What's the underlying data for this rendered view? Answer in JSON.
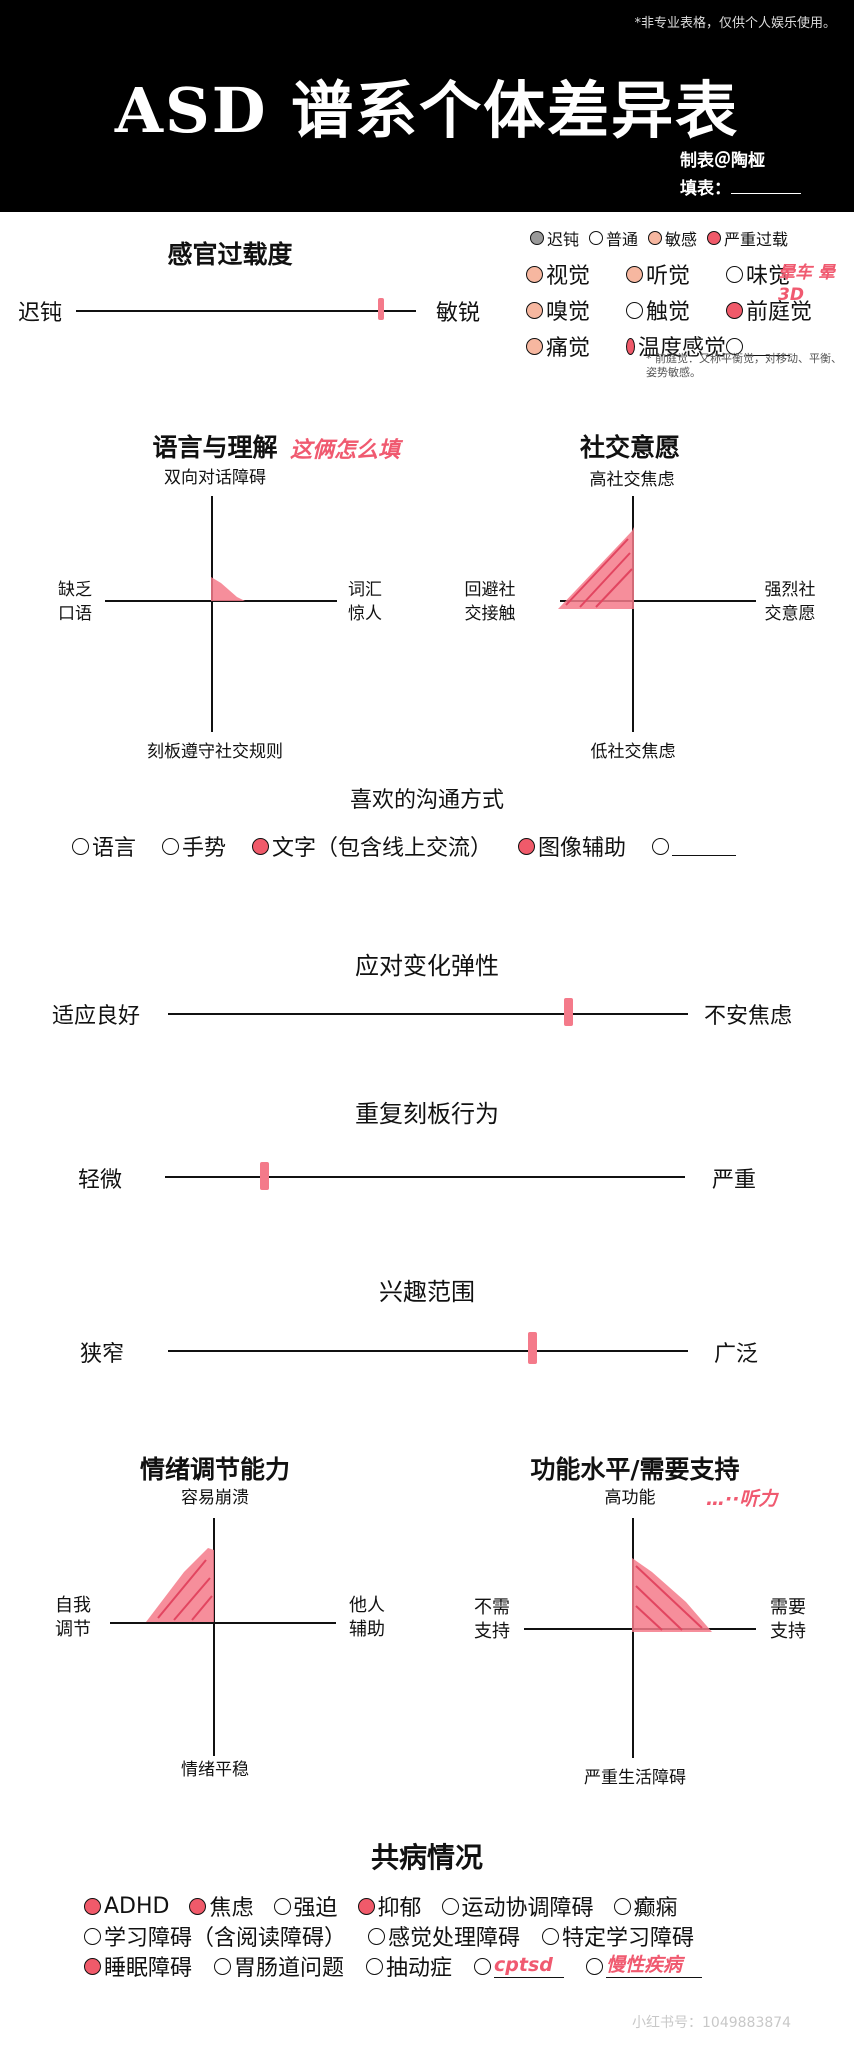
{
  "header": {
    "disclaimer": "*非专业表格，仅供个人娱乐使用。",
    "title": "ASD 谱系个体差异表",
    "maker": "制表＠陶桠",
    "filler": "填表："
  },
  "colors": {
    "dull": "#999999",
    "normal": "#ffffff",
    "sensitive": "#f6b7a0",
    "severe": "#f05a6a",
    "mark": "#f47a8a"
  },
  "sensory": {
    "title": "感官过载度",
    "left": "迟钝",
    "right": "敏锐",
    "level": 0.9,
    "legend": [
      {
        "label": "迟钝",
        "color": "#999999"
      },
      {
        "label": "普通",
        "color": "#ffffff"
      },
      {
        "label": "敏感",
        "color": "#f6b7a0"
      },
      {
        "label": "严重过载",
        "color": "#f05a6a"
      }
    ],
    "senses": [
      {
        "label": "视觉",
        "color": "#f6b7a0"
      },
      {
        "label": "听觉",
        "color": "#f6b7a0"
      },
      {
        "label": "味觉",
        "color": "#ffffff"
      },
      {
        "label": "嗅觉",
        "color": "#f6b7a0"
      },
      {
        "label": "触觉",
        "color": "#ffffff"
      },
      {
        "label": "前庭觉",
        "color": "#f05a6a"
      },
      {
        "label": "痛觉",
        "color": "#f6b7a0"
      },
      {
        "label": "温度感觉",
        "color": "#f05a6a"
      },
      {
        "label": "",
        "color": "#ffffff"
      }
    ],
    "handnote": "晕车 晕3D",
    "footnote": "* 前庭觉：又称平衡觉，对移动、平衡、姿势敏感。"
  },
  "language": {
    "title": "语言与理解",
    "handnote": "这俩怎么填",
    "top": "双向对话障碍",
    "bottom": "刻板遵守社交规则",
    "left": [
      "缺乏",
      "口语"
    ],
    "right": [
      "词汇",
      "惊人"
    ]
  },
  "social": {
    "title": "社交意愿",
    "top": "高社交焦虑",
    "bottom": "低社交焦虑",
    "left": [
      "回避社",
      "交接触"
    ],
    "right": [
      "强烈社",
      "交意愿"
    ]
  },
  "communication": {
    "title": "喜欢的沟通方式",
    "options": [
      {
        "label": "语言",
        "color": "#ffffff"
      },
      {
        "label": "手势",
        "color": "#ffffff"
      },
      {
        "label": "文字（包含线上交流）",
        "color": "#f05a6a"
      },
      {
        "label": "图像辅助",
        "color": "#f05a6a"
      },
      {
        "label": "",
        "color": "#ffffff"
      }
    ]
  },
  "flexibility": {
    "title": "应对变化弹性",
    "left": "适应良好",
    "right": "不安焦虑",
    "level": 0.77
  },
  "repetitive": {
    "title": "重复刻板行为",
    "left": "轻微",
    "right": "严重",
    "level": 0.19
  },
  "interests": {
    "title": "兴趣范围",
    "left": "狭窄",
    "right": "广泛",
    "level": 0.7
  },
  "emotion": {
    "title": "情绪调节能力",
    "top": "容易崩溃",
    "bottom": "情绪平稳",
    "left": [
      "自我",
      "调节"
    ],
    "right": [
      "他人",
      "辅助"
    ]
  },
  "function": {
    "title": "功能水平/需要支持",
    "handnote": "…··听力",
    "top": "高功能",
    "bottom": "严重生活障碍",
    "left": [
      "不需",
      "支持"
    ],
    "right": [
      "需要",
      "支持"
    ]
  },
  "comorbid": {
    "title": "共病情况",
    "rows": [
      [
        {
          "label": "ADHD",
          "color": "#f05a6a"
        },
        {
          "label": "焦虑",
          "color": "#f05a6a"
        },
        {
          "label": "强迫",
          "color": "#ffffff"
        },
        {
          "label": "抑郁",
          "color": "#f05a6a"
        },
        {
          "label": "运动协调障碍",
          "color": "#ffffff"
        },
        {
          "label": "癫痫",
          "color": "#ffffff"
        }
      ],
      [
        {
          "label": "学习障碍（含阅读障碍）",
          "color": "#ffffff"
        },
        {
          "label": "感觉处理障碍",
          "color": "#ffffff"
        },
        {
          "label": "特定学习障碍",
          "color": "#ffffff"
        }
      ],
      [
        {
          "label": "睡眠障碍",
          "color": "#f05a6a"
        },
        {
          "label": "胃肠道问题",
          "color": "#ffffff"
        },
        {
          "label": "抽动症",
          "color": "#ffffff"
        }
      ]
    ],
    "hand1": "cptsd",
    "hand2": "慢性疾病"
  },
  "watermark": "小红书号：1049883874"
}
